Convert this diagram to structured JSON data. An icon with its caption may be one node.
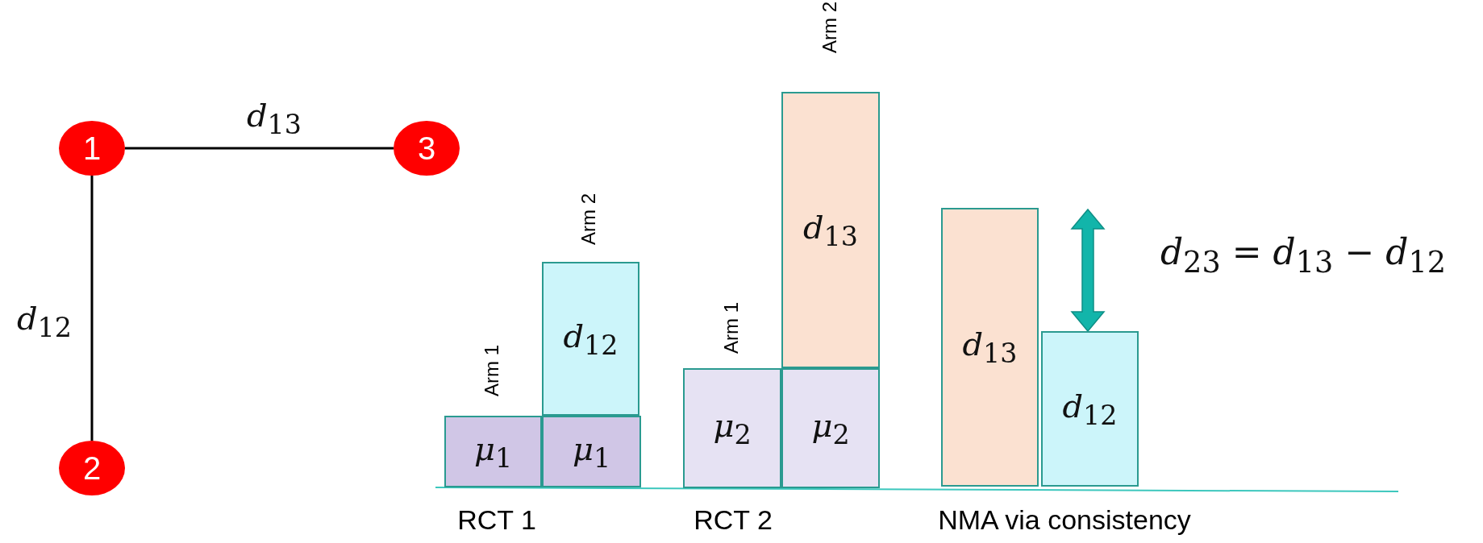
{
  "diagram": {
    "nodes": [
      {
        "text": [
          "1"
        ]
      },
      {
        "text": [
          "3"
        ]
      },
      {
        "text": [
          "2"
        ]
      },
      {
        "text": [
          "*μ*$_{1}$"
        ],
        "beside": [
          "Arm 1"
        ]
      },
      {
        "text": [
          "*μ*$_{1}$"
        ]
      },
      {
        "text": [
          "*d*$_{12}$"
        ],
        "beside": [
          "Arm 2"
        ]
      },
      {
        "text": [
          "*μ*$_{2}$"
        ],
        "beside": [
          "Arm 1"
        ]
      },
      {
        "text": [
          "*μ*$_{2}$"
        ]
      },
      {
        "text": [
          "*d*$_{13}$"
        ],
        "beside": [
          "Arm 2"
        ]
      },
      {
        "text": [
          "*d*$_{13}$"
        ]
      },
      {
        "text": [
          "*d*$_{12}$"
        ]
      }
    ],
    "edges": [
      {
        "from": 0,
        "to": 1,
        "arrow": "none",
        "label": "*d*$_{13}$"
      },
      {
        "from": 0,
        "to": 2,
        "arrow": "none",
        "label": "*d*$_{12}$"
      }
    ],
    "labels": [
      "*d*$_{23}$ = *d*$_{13}$ − *d*$_{12}$",
      "RCT 1",
      "RCT 2",
      "NMA via consistency"
    ]
  }
}
